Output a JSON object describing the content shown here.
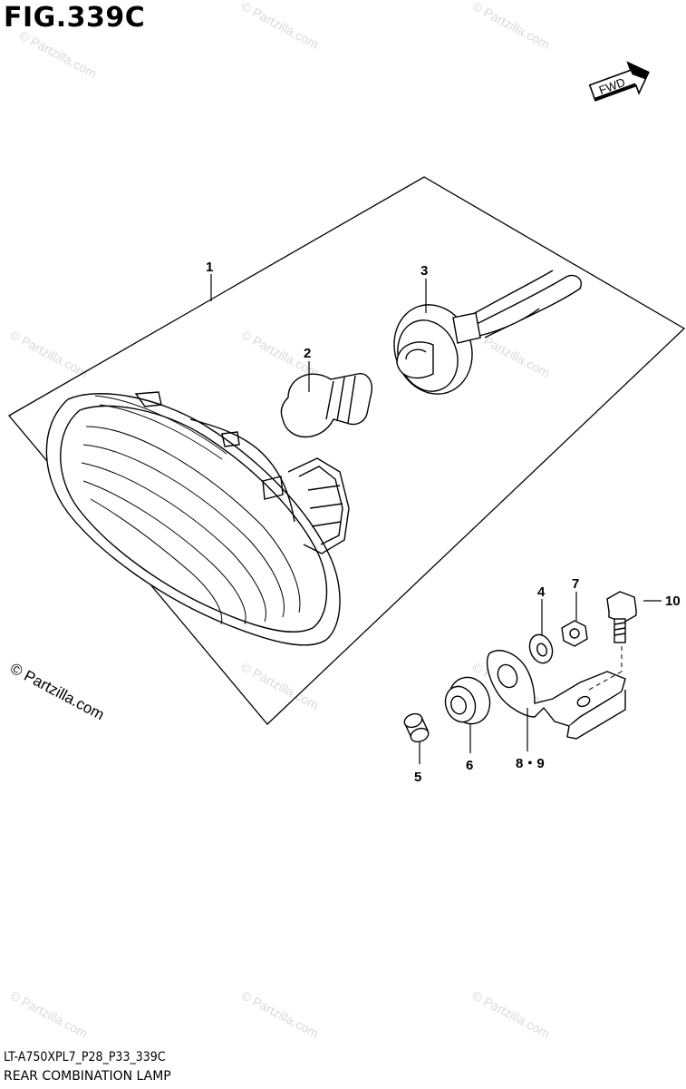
{
  "figure": {
    "title": "FIG.339C",
    "code": "LT-A750XPL7_P28_P33_339C",
    "name": "REAR COMBINATION LAMP"
  },
  "direction_arrow": {
    "label": "FWD"
  },
  "watermark": {
    "main": "© Partzilla.com",
    "faint": "© Partzilla.com"
  },
  "callouts": [
    {
      "id": "1",
      "label": "1"
    },
    {
      "id": "2",
      "label": "2"
    },
    {
      "id": "3",
      "label": "3"
    },
    {
      "id": "4",
      "label": "4"
    },
    {
      "id": "5",
      "label": "5"
    },
    {
      "id": "6",
      "label": "6"
    },
    {
      "id": "7",
      "label": "7"
    },
    {
      "id": "8-9",
      "label": "8・9"
    },
    {
      "id": "10",
      "label": "10"
    }
  ]
}
